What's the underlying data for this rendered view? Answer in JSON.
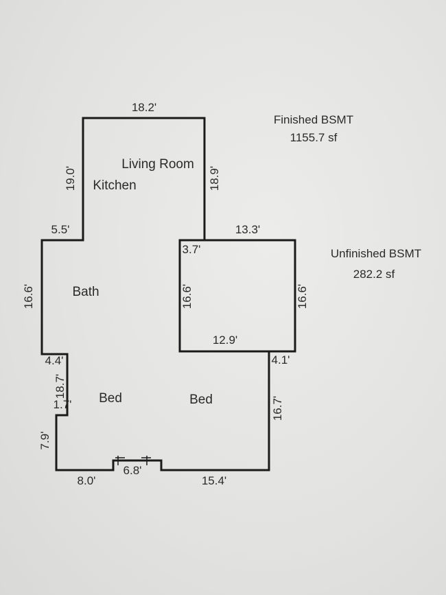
{
  "summary": {
    "finished_title": "Finished BSMT",
    "finished_area": "1155.7 sf",
    "unfinished_title": "Unfinished BSMT",
    "unfinished_area": "282.2 sf"
  },
  "rooms": {
    "living_room": "Living Room",
    "kitchen": "Kitchen",
    "bath": "Bath",
    "bed_left": "Bed",
    "bed_right": "Bed"
  },
  "dimensions": {
    "top_width": "18.2'",
    "kitchen_left_height": "19.0'",
    "living_right_height": "18.9'",
    "upper_step": "5.5'",
    "bath_height": "16.6'",
    "lower_step": "4.4'",
    "notch_height": "18.7'",
    "notch_small": "1.7'",
    "bed_left_height": "7.9'",
    "bottom_left_width": "8.0'",
    "door_width": "6.8'",
    "bottom_right_width": "15.4'",
    "bed_right_height": "16.7'",
    "right_step": "4.1'",
    "unfinished_top": "13.3'",
    "unfinished_corner": "3.7'",
    "unfinished_left": "16.6'",
    "unfinished_right": "16.6'",
    "unfinished_bottom": "12.9'"
  }
}
